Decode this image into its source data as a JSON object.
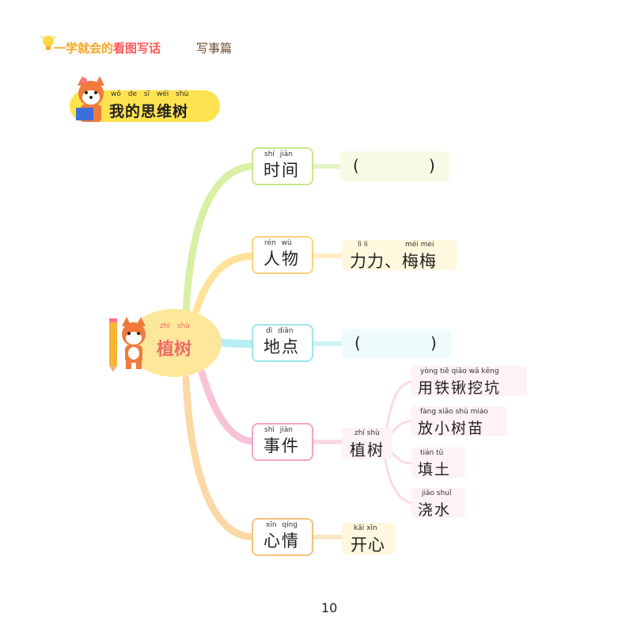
{
  "header": {
    "series_title_a": "一学就会的",
    "series_title_b": "看图写话",
    "subtitle": "写事篇"
  },
  "banner": {
    "pinyin": "wǒ de sī wéi shù",
    "title": "我的思维树"
  },
  "center": {
    "pinyin": "zhí shù",
    "label": "植树"
  },
  "categories": [
    {
      "pinyin": "shí jiān",
      "label": "时间",
      "answer_type": "blank"
    },
    {
      "pinyin": "rén wù",
      "label": "人物",
      "answer_type": "text"
    },
    {
      "pinyin": "dì diǎn",
      "label": "地点",
      "answer_type": "blank"
    },
    {
      "pinyin": "shì jiàn",
      "label": "事件",
      "answer_type": "branch"
    },
    {
      "pinyin": "xīn qíng",
      "label": "心情",
      "answer_type": "text"
    }
  ],
  "answers": {
    "renwu_pinyin_a": "lì li",
    "renwu_pinyin_b": "méi mei",
    "renwu": "力力、梅梅",
    "xinqing_pinyin": "kāi xīn",
    "xinqing": "开心",
    "paren_open": "(",
    "paren_close": ")"
  },
  "event_node": {
    "pinyin": "zhí shù",
    "label": "植树"
  },
  "event_steps": [
    {
      "pinyin": "yòng tiě qiāo wā kēng",
      "label": "用铁锹挖坑"
    },
    {
      "pinyin": "fàng xiǎo shù miáo",
      "label": "放小树苗"
    },
    {
      "pinyin": "tián tǔ",
      "label": "填土"
    },
    {
      "pinyin": "jiāo shuǐ",
      "label": "浇水"
    }
  ],
  "page_number": "10",
  "colors": {
    "time": "#c8e88a",
    "person": "#ffd27a",
    "place": "#9ee6ec",
    "event": "#f4a6c4",
    "mood": "#f7c27a",
    "center": "#fde79a",
    "banner": "#ffe24f"
  }
}
